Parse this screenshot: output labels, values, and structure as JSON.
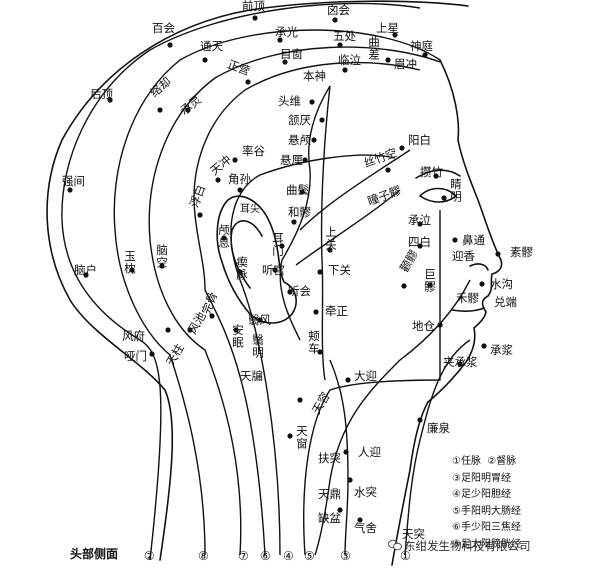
{
  "title": "头部侧面",
  "meridian_numbers": [
    "②",
    "⑧",
    "⑦",
    "⑥",
    "④",
    "⑤",
    "③",
    "①"
  ],
  "legend": [
    [
      "①任脉",
      "②督脉"
    ],
    [
      "③足阳明胃经"
    ],
    [
      "④足少阳胆经"
    ],
    [
      "⑤手阳明大肠经"
    ],
    [
      "⑥手少阳三焦经"
    ],
    [
      "⑧足太阳膀胱经"
    ]
  ],
  "watermark": "东绀发生物科技有限公司",
  "points": {
    "baihui": "百会",
    "qianding": "前顶",
    "xinhui": "囟会",
    "shangxing": "上星",
    "shenting": "神庭",
    "tongtian": "通天",
    "chengguang": "承光",
    "wuchu": "五处",
    "qucha": "曲差",
    "meichong": "眉冲",
    "luoque": "络却",
    "chengling": "承灵",
    "zhengying": "正营",
    "muchuang": "目窗",
    "linqi": "临泣",
    "benshen": "本神",
    "houding": "后顶",
    "touwei": "头维",
    "hanyan": "颔厌",
    "yangbai": "阳白",
    "xuanlu": "悬颅",
    "xuanli": "悬厘",
    "tianchong": "天冲",
    "shuaigu": "率谷",
    "sizhukong": "丝竹空",
    "zanzhu": "攒竹",
    "qiangjian": "强间",
    "fubai": "浮白",
    "jiaosun": "角孙",
    "qubin": "曲鬓",
    "jingming": "睛明",
    "tongziliao": "瞳子髎",
    "erjian": "耳尖",
    "heliao": "和髎",
    "chengqi": "承泣",
    "luxi": "颅息",
    "ermen": "耳门",
    "shangguan": "上关",
    "sibai": "四白",
    "bitong": "鼻通",
    "yingxiang": "迎香",
    "suliao": "素髎",
    "naohu": "脑户",
    "yuzhen": "玉枕",
    "naokong": "脑空",
    "qimai": "瘈脉",
    "tinggong": "听宫",
    "xiaguan": "下关",
    "quanliao": "颧髎",
    "juliao": "巨髎",
    "shuigou": "水沟",
    "wangu": "完骨",
    "fengchi": "风池",
    "tinghui": "听会",
    "heliao2": "禾髎",
    "duiduan": "兑端",
    "qianzheng": "牵正",
    "yifeng": "翳风",
    "fengfu": "风府",
    "tianzhu": "天柱",
    "dicang": "地仓",
    "anmian": "安眠",
    "yiming": "翳明",
    "yamen": "哑门",
    "jiache": "颊车",
    "jiachengjiang": "夹承浆",
    "chengjiang": "承浆",
    "daying": "大迎",
    "tianyou": "天牖",
    "tianrong": "天容",
    "lianquan": "廉泉",
    "tianchuang": "天窗",
    "futu": "扶突",
    "renying": "人迎",
    "tianding": "天鼎",
    "shuitu": "水突",
    "quepen": "缺盆",
    "qishe": "气舍",
    "tiantu": "天突"
  }
}
